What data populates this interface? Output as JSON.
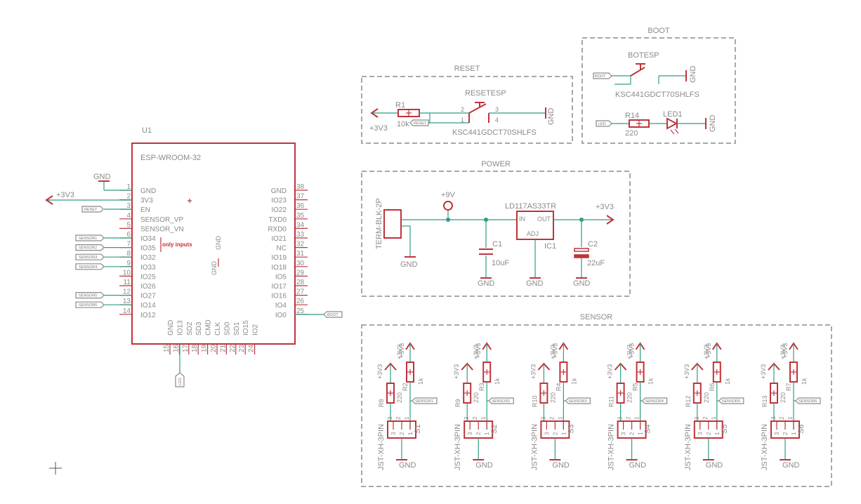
{
  "frames": {
    "boot": "BOOT",
    "reset": "RESET",
    "power": "POWER",
    "sensor": "SENSOR"
  },
  "u1": {
    "ref": "U1",
    "module": "ESP-WROOM-32",
    "note": "only inputs",
    "left_pins": [
      {
        "num": "1",
        "name": "GND"
      },
      {
        "num": "2",
        "name": "3V3"
      },
      {
        "num": "3",
        "name": "EN"
      },
      {
        "num": "4",
        "name": "SENSOR_VP"
      },
      {
        "num": "5",
        "name": "SENSOR_VN"
      },
      {
        "num": "6",
        "name": "IO34"
      },
      {
        "num": "7",
        "name": "IO35"
      },
      {
        "num": "8",
        "name": "IO32"
      },
      {
        "num": "9",
        "name": "IO33"
      },
      {
        "num": "10",
        "name": "IO25"
      },
      {
        "num": "11",
        "name": "IO26"
      },
      {
        "num": "12",
        "name": "IO27"
      },
      {
        "num": "13",
        "name": "IO14"
      },
      {
        "num": "14",
        "name": "IO12"
      }
    ],
    "right_pins": [
      {
        "num": "38",
        "name": "GND"
      },
      {
        "num": "37",
        "name": "IO23"
      },
      {
        "num": "36",
        "name": "IO22"
      },
      {
        "num": "35",
        "name": "TXD0"
      },
      {
        "num": "34",
        "name": "RXD0"
      },
      {
        "num": "33",
        "name": "IO21"
      },
      {
        "num": "32",
        "name": "NC"
      },
      {
        "num": "31",
        "name": "IO19"
      },
      {
        "num": "30",
        "name": "IO18"
      },
      {
        "num": "29",
        "name": "IO5"
      },
      {
        "num": "28",
        "name": "IO17"
      },
      {
        "num": "27",
        "name": "IO16"
      },
      {
        "num": "26",
        "name": "IO4"
      },
      {
        "num": "25",
        "name": "IO0"
      }
    ],
    "bottom_pins": [
      {
        "num": "15",
        "name": "GND"
      },
      {
        "num": "16",
        "name": "IO13"
      },
      {
        "num": "17",
        "name": "SD2"
      },
      {
        "num": "18",
        "name": "SD3"
      },
      {
        "num": "19",
        "name": "CMD"
      },
      {
        "num": "20",
        "name": "CLK"
      },
      {
        "num": "21",
        "name": "SD0"
      },
      {
        "num": "22",
        "name": "SD1"
      },
      {
        "num": "23",
        "name": "IO15"
      },
      {
        "num": "24",
        "name": "IO2"
      }
    ],
    "inner_gnd_1": "GND",
    "inner_gnd_2": "GND"
  },
  "nets": {
    "gnd": "GND",
    "v33": "+3V3",
    "v9": "+9V",
    "reset": "RESET",
    "boot": "BOOT",
    "led": "LED",
    "sensors": [
      "SENSOR1",
      "SENSOR2",
      "SENSOR3",
      "SENSOR4",
      "SENSOR5",
      "SENSOR6"
    ]
  },
  "reset_block": {
    "r_ref": "R1",
    "r_val": "10k",
    "sw_ref": "RESETESP",
    "sw_part": "KSC441GDCT70SHLFS",
    "pins": [
      "2",
      "3",
      "1",
      "4"
    ]
  },
  "boot_block": {
    "sw_ref": "BOTESP",
    "sw_part": "KSC441GDCT70SHLFS",
    "r_ref": "R14",
    "r_val": "220",
    "led_ref": "LED1"
  },
  "power_block": {
    "conn_ref": "TERM-BLK-2P",
    "reg_ref": "IC1",
    "reg_part": "LD117AS33TR",
    "reg_in": "IN",
    "reg_out": "OUT",
    "reg_adj": "ADJ",
    "c1_ref": "C1",
    "c1_val": "10uF",
    "c2_ref": "C2",
    "c2_val": "22uF"
  },
  "sensor_block": {
    "channels": [
      {
        "pull": "R2",
        "series": "R8",
        "conn": "S1",
        "net": "SENSOR1"
      },
      {
        "pull": "R3",
        "series": "R9",
        "conn": "S2",
        "net": "SENSOR2"
      },
      {
        "pull": "R4",
        "series": "R10",
        "conn": "S3",
        "net": "SENSOR3"
      },
      {
        "pull": "R5",
        "series": "R11",
        "conn": "S4",
        "net": "SENSOR4"
      },
      {
        "pull": "R6",
        "series": "R12",
        "conn": "S5",
        "net": "SENSOR5"
      },
      {
        "pull": "R7",
        "series": "R13",
        "conn": "S6",
        "net": "SENSOR6"
      }
    ],
    "pull_val": "1k",
    "series_val": "220",
    "conn_part": "JST-XH-3PIN"
  }
}
